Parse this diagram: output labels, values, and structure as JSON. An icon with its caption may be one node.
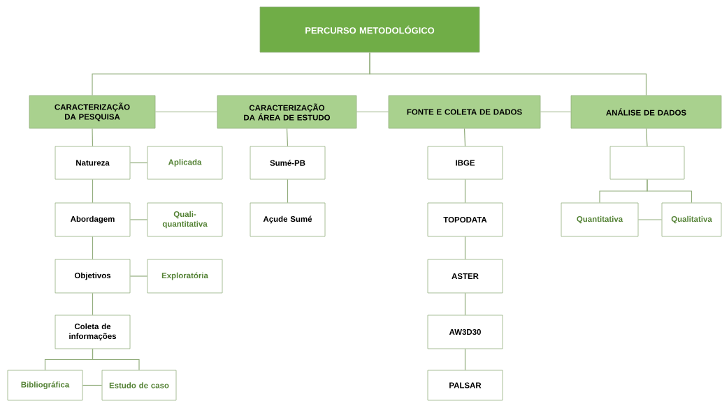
{
  "diagram": {
    "nodes": [
      {
        "text": [
          "PERCURSO METODOLÓGICO"
        ]
      },
      {
        "text": [
          "CARACTERIZAÇÃO DA PESQUISA"
        ]
      },
      {
        "text": [
          "CARACTERIZAÇÃO DA ÁREA DE ESTUDO"
        ]
      },
      {
        "text": [
          "FONTE E COLETA DE DADOS"
        ]
      },
      {
        "text": [
          "ANÁLISE DE DADOS"
        ]
      },
      {
        "text": [
          "Natureza"
        ]
      },
      {
        "text": [
          "Aplicada"
        ]
      },
      {
        "text": [
          "Abordagem"
        ]
      },
      {
        "text": [
          "Quali- quantitativa"
        ]
      },
      {
        "text": [
          "Objetivos"
        ]
      },
      {
        "text": [
          "Exploratória"
        ]
      },
      {
        "text": [
          "Coleta de informações"
        ]
      },
      {
        "text": [
          "Bibliográfica"
        ]
      },
      {
        "text": [
          "Estudo de caso"
        ]
      },
      {
        "text": [
          "Sumé-PB"
        ]
      },
      {
        "text": [
          "Açude Sumé"
        ]
      },
      {
        "text": [
          "IBGE"
        ]
      },
      {
        "text": [
          "TOPODATA"
        ]
      },
      {
        "text": [
          "ASTER"
        ]
      },
      {
        "text": [
          "AW3D30"
        ]
      },
      {
        "text": [
          "PALSAR"
        ]
      },
      {
        "text": [],
        "shape": "box"
      },
      {
        "text": [
          "Quantitativa"
        ]
      },
      {
        "text": [
          "Qualitativa"
        ]
      }
    ],
    "edges": [
      {
        "from": 0,
        "to": 1,
        "arrow": "none"
      },
      {
        "from": 0,
        "to": 4,
        "arrow": "none"
      },
      {
        "from": 1,
        "to": 2,
        "arrow": "none"
      },
      {
        "from": 2,
        "to": 3,
        "arrow": "none"
      },
      {
        "from": 3,
        "to": 4,
        "arrow": "none"
      },
      {
        "from": 1,
        "to": 5,
        "arrow": "none"
      },
      {
        "from": 5,
        "to": 6,
        "arrow": "none"
      },
      {
        "from": 5,
        "to": 7,
        "arrow": "none"
      },
      {
        "from": 7,
        "to": 8,
        "arrow": "none"
      },
      {
        "from": 7,
        "to": 9,
        "arrow": "none"
      },
      {
        "from": 9,
        "to": 10,
        "arrow": "none"
      },
      {
        "from": 9,
        "to": 11,
        "arrow": "none"
      },
      {
        "from": 11,
        "to": 12,
        "arrow": "none"
      },
      {
        "from": 11,
        "to": 13,
        "arrow": "none"
      },
      {
        "from": 12,
        "to": 13,
        "arrow": "none"
      },
      {
        "from": 2,
        "to": 14,
        "arrow": "none"
      },
      {
        "from": 14,
        "to": 15,
        "arrow": "none"
      },
      {
        "from": 3,
        "to": 16,
        "arrow": "none"
      },
      {
        "from": 16,
        "to": 17,
        "arrow": "none"
      },
      {
        "from": 17,
        "to": 18,
        "arrow": "none"
      },
      {
        "from": 18,
        "to": 19,
        "arrow": "none"
      },
      {
        "from": 19,
        "to": 20,
        "arrow": "none"
      },
      {
        "from": 4,
        "to": 21,
        "arrow": "none"
      },
      {
        "from": 21,
        "to": 22,
        "arrow": "none"
      },
      {
        "from": 21,
        "to": 23,
        "arrow": "none"
      },
      {
        "from": 22,
        "to": 23,
        "arrow": "none"
      }
    ]
  }
}
